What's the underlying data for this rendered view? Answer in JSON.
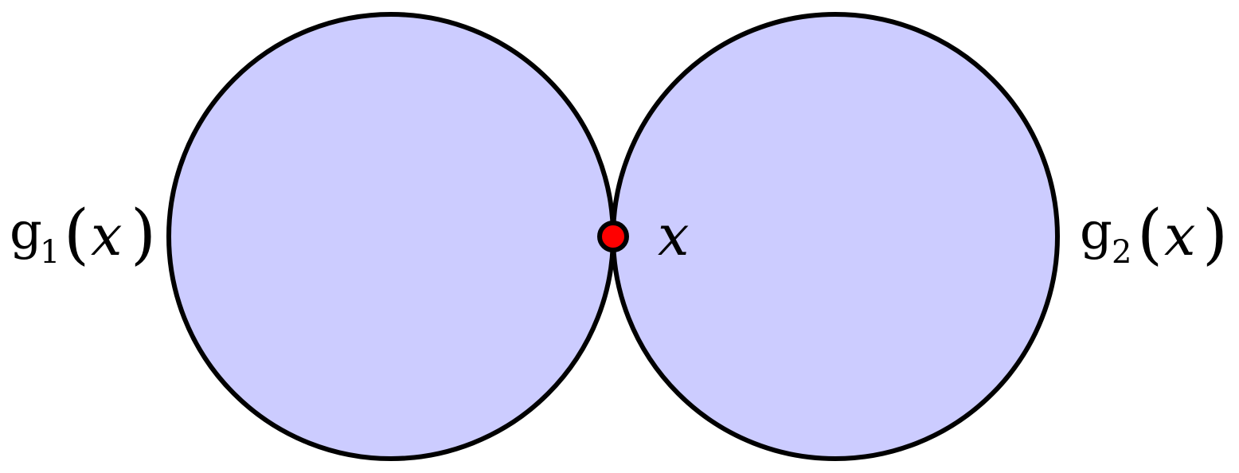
{
  "diagram": {
    "left_circle_label": {
      "base": "g",
      "subscript": "1",
      "open_paren": "(",
      "variable": "x",
      "close_paren": ")"
    },
    "right_circle_label": {
      "base": "g",
      "subscript": "2",
      "open_paren": "(",
      "variable": "x",
      "close_paren": ")"
    },
    "point_label": "x",
    "colors": {
      "circle_fill": "#ccccff",
      "circle_stroke": "#000000",
      "point_fill": "#ff0000",
      "point_stroke": "#000000"
    }
  }
}
